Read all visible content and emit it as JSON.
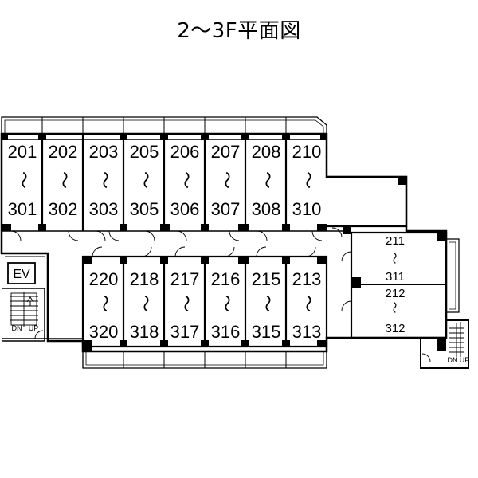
{
  "title": "2〜3F平面図",
  "tilde": "〜",
  "ev_label": "EV",
  "stair_left": {
    "dn": "DN",
    "up": "UP"
  },
  "stair_right": {
    "dn": "DN",
    "up": "UP"
  },
  "units_north": [
    {
      "floor2": "201",
      "floor3": "301"
    },
    {
      "floor2": "202",
      "floor3": "302"
    },
    {
      "floor2": "203",
      "floor3": "303"
    },
    {
      "floor2": "205",
      "floor3": "305"
    },
    {
      "floor2": "206",
      "floor3": "306"
    },
    {
      "floor2": "207",
      "floor3": "307"
    },
    {
      "floor2": "208",
      "floor3": "308"
    },
    {
      "floor2": "210",
      "floor3": "310"
    }
  ],
  "units_south": [
    {
      "floor2": "220",
      "floor3": "320"
    },
    {
      "floor2": "218",
      "floor3": "318"
    },
    {
      "floor2": "217",
      "floor3": "317"
    },
    {
      "floor2": "216",
      "floor3": "316"
    },
    {
      "floor2": "215",
      "floor3": "315"
    },
    {
      "floor2": "213",
      "floor3": "313"
    }
  ],
  "units_east": [
    {
      "floor2": "211",
      "floor3": "311"
    },
    {
      "floor2": "212",
      "floor3": "312"
    }
  ]
}
